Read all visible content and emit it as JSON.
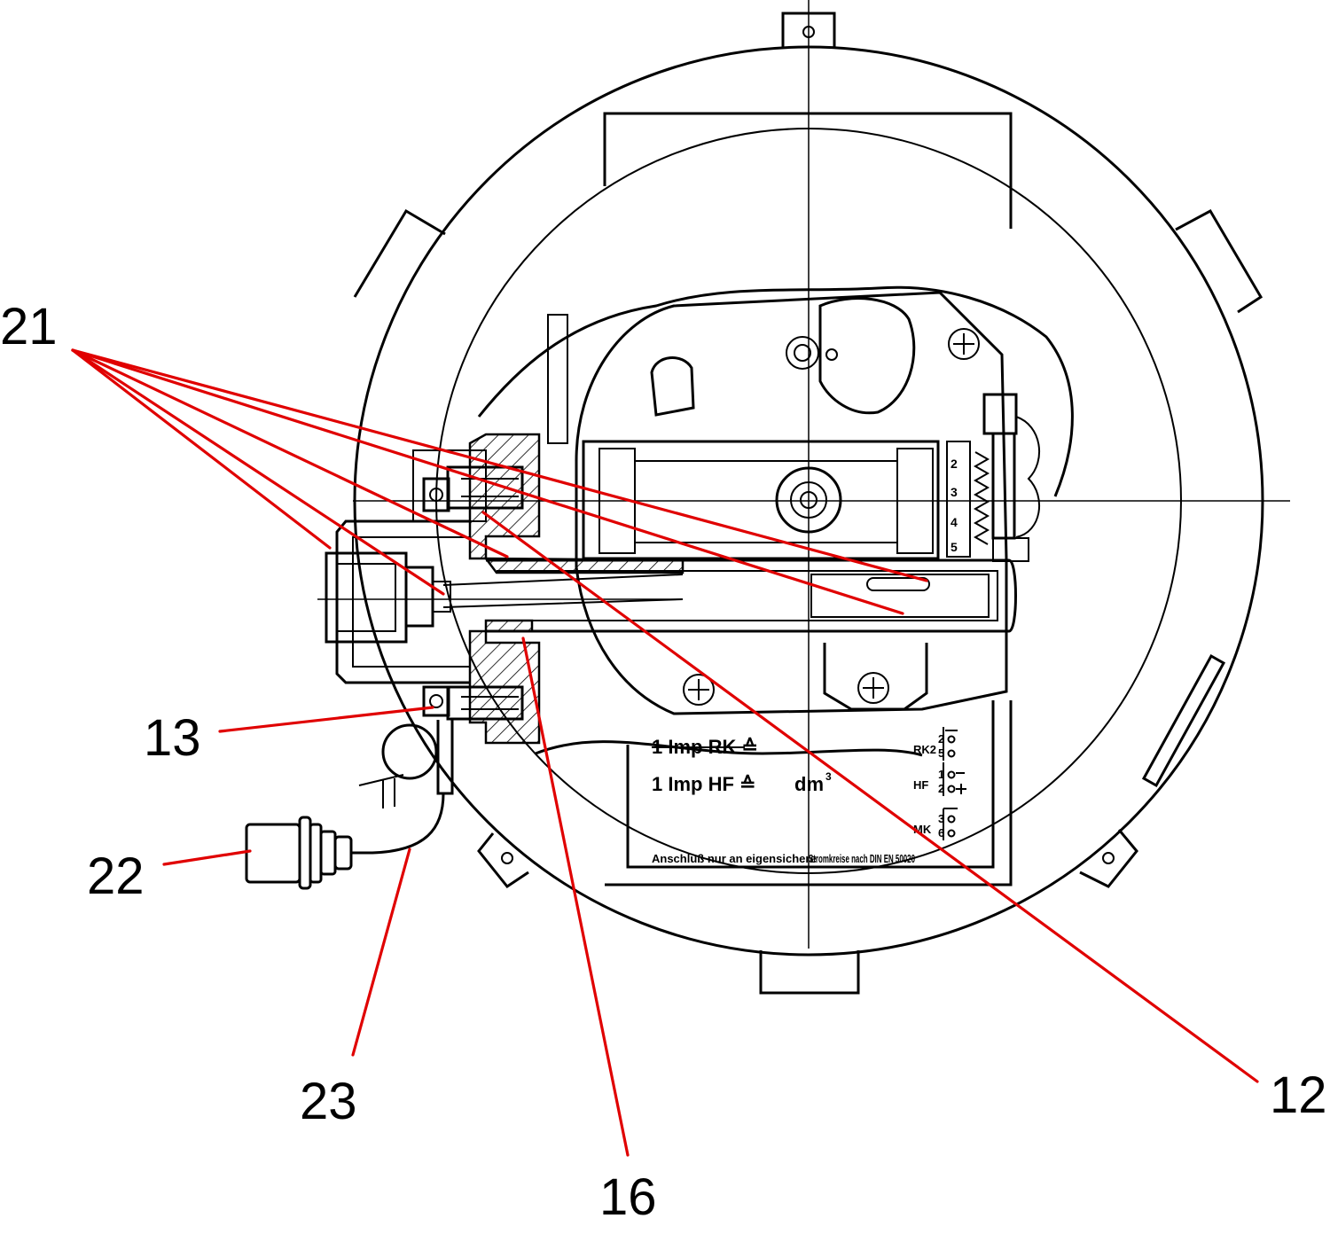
{
  "callouts": {
    "c21": "21",
    "c13": "13",
    "c22": "22",
    "c23": "23",
    "c16": "16",
    "c12": "12"
  },
  "nameplate": {
    "line_rk": "1 Imp RK ≙",
    "line_hf": "1 Imp HF ≙",
    "unit": "dm",
    "unit_exp": "3",
    "footer_left": "Anschluß nur an eigensichere",
    "footer_right": "Stromkreise nach DIN EN 50020",
    "tag_rk": "RK2",
    "tag_hf": "HF",
    "tag_mk": "MK",
    "pin_2": "2",
    "pin_5": "5",
    "pin_1": "1",
    "pin_2b": "2",
    "pin_3": "3",
    "pin_6": "6"
  },
  "scale_ticks": [
    "2",
    "3",
    "4",
    "5"
  ],
  "colors": {
    "leader": "#e00000",
    "ink": "#000000",
    "background": "#ffffff"
  }
}
